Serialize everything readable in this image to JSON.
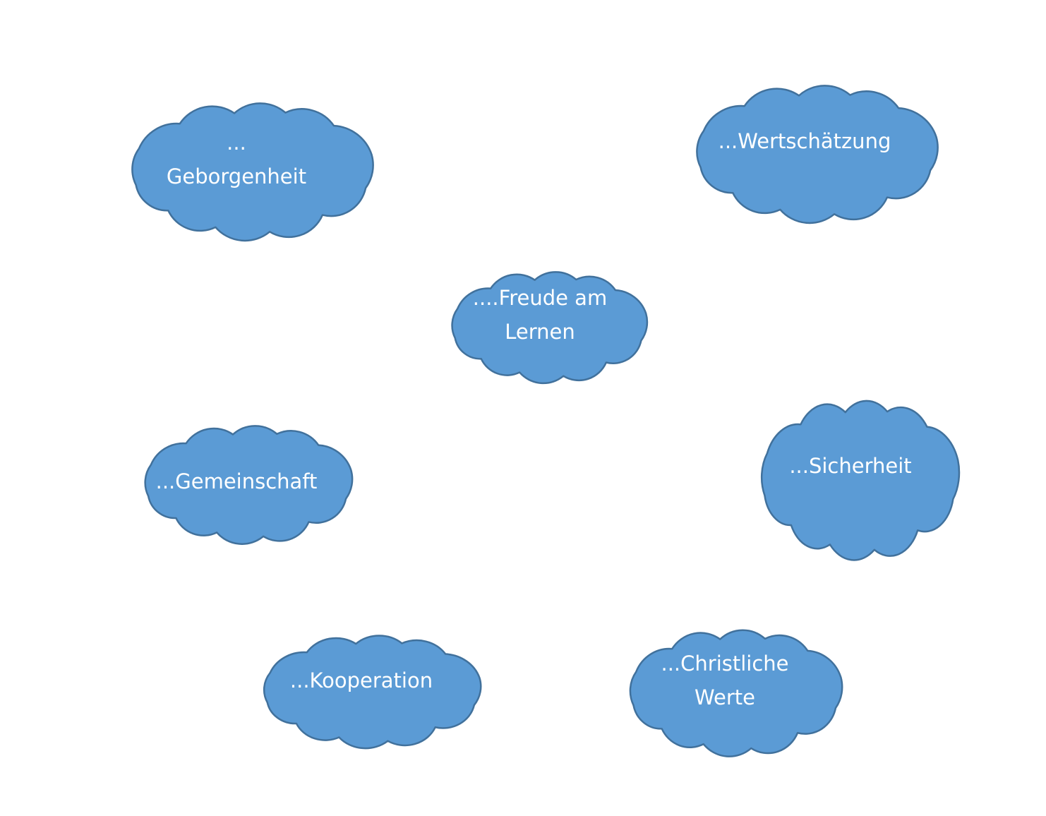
{
  "diagram": {
    "background_color": "#ffffff",
    "cloud_fill_color": "#5B9BD5",
    "cloud_outline_color": "#41719C",
    "label_color": "#ffffff",
    "clouds": [
      {
        "id": "geborgenheit",
        "label": "...\nGeborgenheit"
      },
      {
        "id": "wertschaetzung",
        "label": "...Wertschätzung"
      },
      {
        "id": "freude",
        "label": "....Freude am\nLernen"
      },
      {
        "id": "gemeinschaft",
        "label": "...Gemeinschaft"
      },
      {
        "id": "sicherheit",
        "label": "...Sicherheit"
      },
      {
        "id": "kooperation",
        "label": "...Kooperation"
      },
      {
        "id": "christliche-werte",
        "label": "...Christliche\nWerte"
      }
    ]
  }
}
